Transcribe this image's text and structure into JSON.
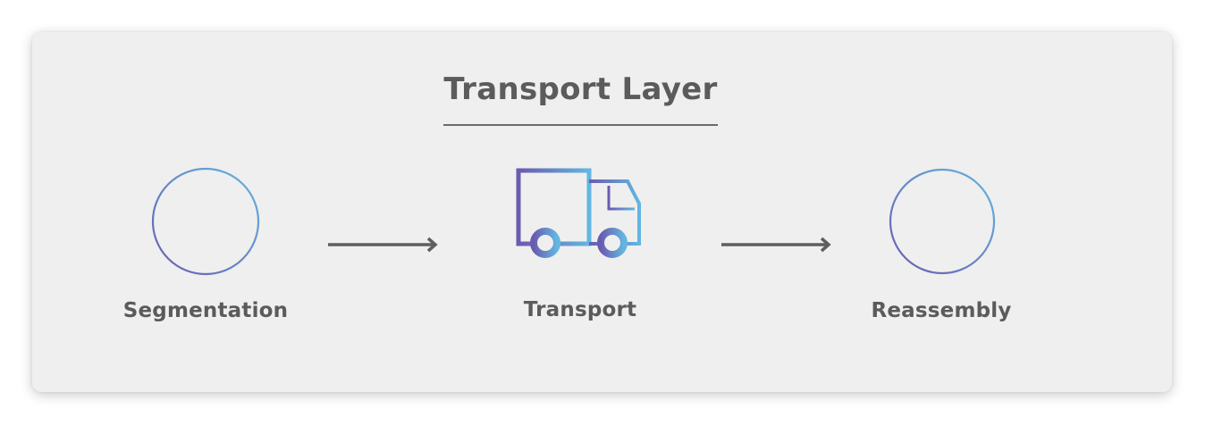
{
  "diagram": {
    "title": "Transport Layer",
    "stages": [
      {
        "label": "Segmentation",
        "icon": "segmented-circle-icon"
      },
      {
        "label": "Transport",
        "icon": "truck-icon"
      },
      {
        "label": "Reassembly",
        "icon": "circle-icon"
      }
    ],
    "connectors": [
      "arrow-right-icon",
      "arrow-right-icon"
    ]
  },
  "colors": {
    "gradient_start": "#6a5bb0",
    "gradient_end": "#63b6e0",
    "text": "#5b5b5b",
    "arrow": "#5e5e5e",
    "card": "#efefef"
  }
}
